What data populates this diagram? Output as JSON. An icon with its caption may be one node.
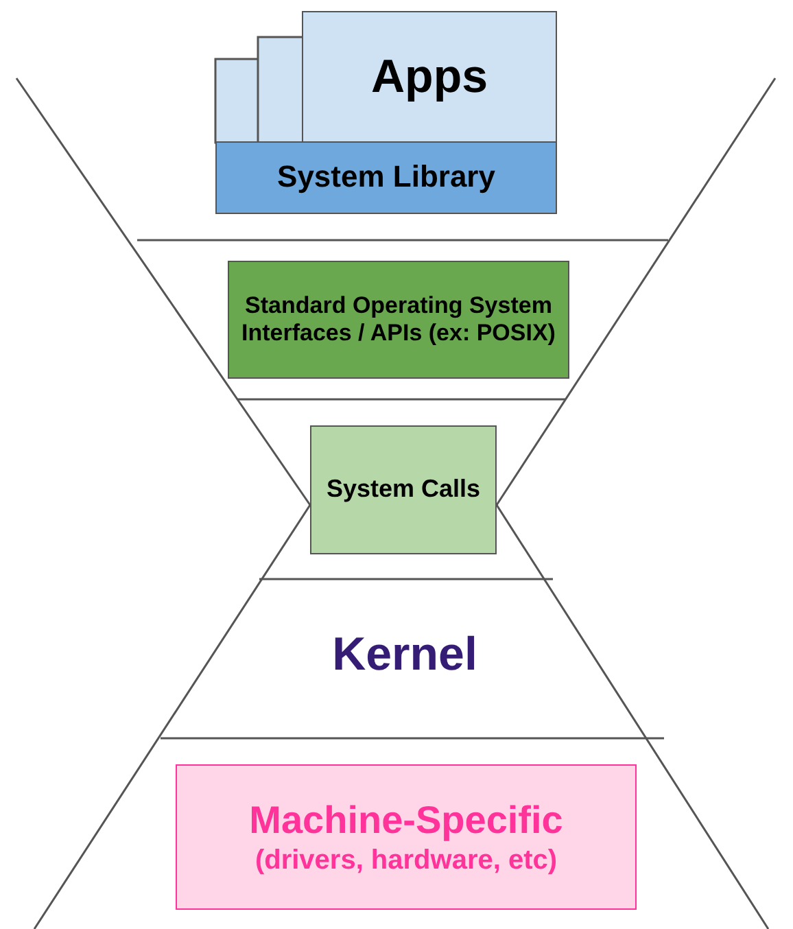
{
  "diagram": {
    "nodes": [
      {
        "text": [
          "Apps"
        ]
      },
      {
        "text": [
          "System Library"
        ]
      },
      {
        "text": [
          "Standard Operating System Interfaces / APIs  (ex: POSIX)"
        ]
      },
      {
        "text": [
          "System Calls"
        ]
      },
      {
        "text": [
          "Machine-Specific",
          "(drivers, hardware, etc)"
        ]
      }
    ],
    "labels": [
      "Kernel"
    ]
  }
}
